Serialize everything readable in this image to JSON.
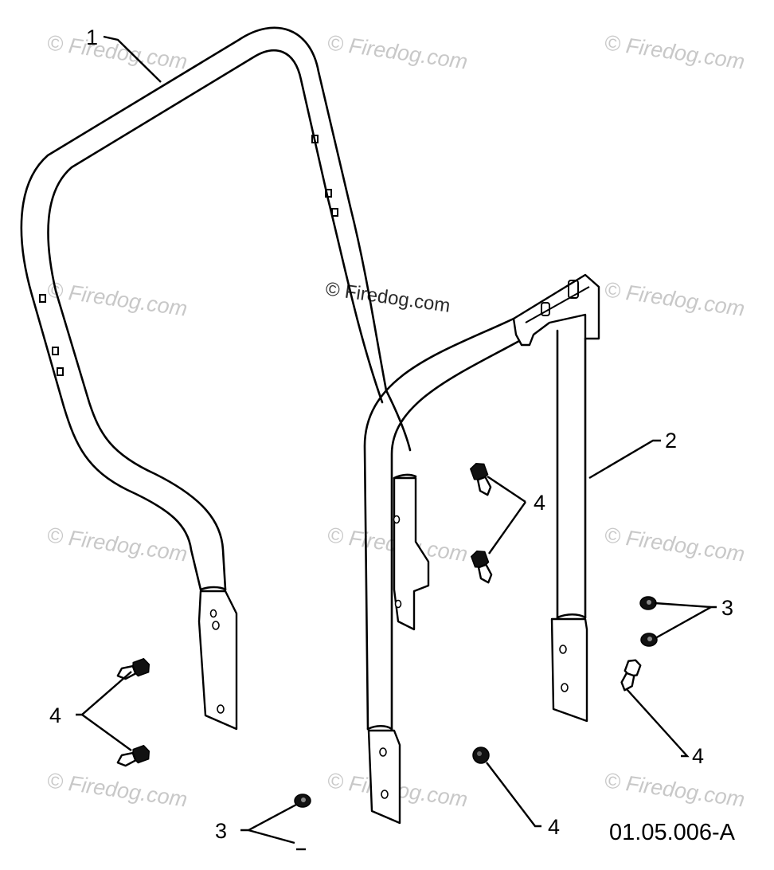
{
  "diagram": {
    "figure_number": "01.05.006-A",
    "watermark": "© Firedog.com",
    "callouts": [
      {
        "id": "callout-1",
        "label": "1"
      },
      {
        "id": "callout-2",
        "label": "2"
      },
      {
        "id": "callout-3-right",
        "label": "3"
      },
      {
        "id": "callout-3-bottom",
        "label": "3"
      },
      {
        "id": "callout-4-center",
        "label": "4"
      },
      {
        "id": "callout-4-left",
        "label": "4"
      },
      {
        "id": "callout-4-right",
        "label": "4"
      },
      {
        "id": "callout-4-bottom",
        "label": "4"
      }
    ],
    "parts": [
      {
        "number": "1",
        "icon": "roll-bar-frame-large"
      },
      {
        "number": "2",
        "icon": "roll-bar-frame-small"
      },
      {
        "number": "3",
        "icon": "flange-nut-icon"
      },
      {
        "number": "4",
        "icon": "bolt-icon"
      }
    ]
  }
}
